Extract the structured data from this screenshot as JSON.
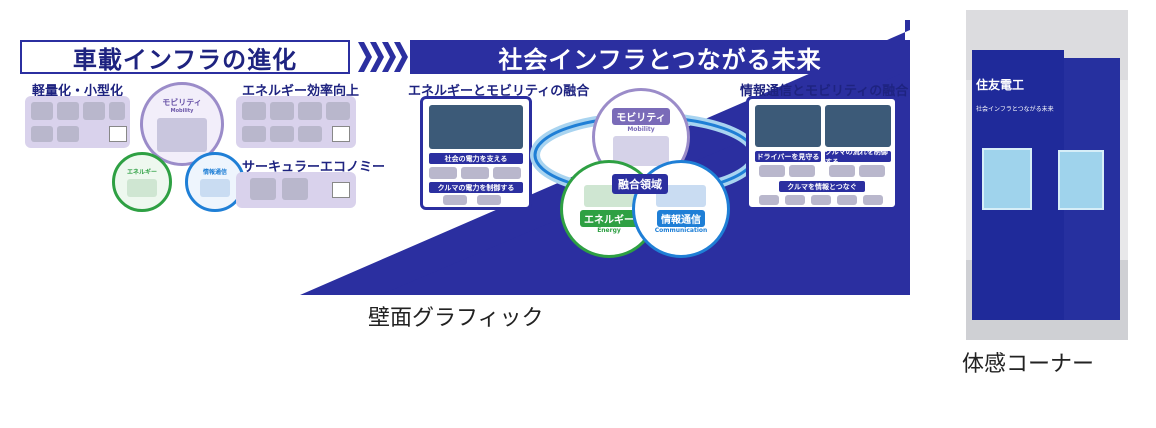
{
  "left_banner": "車載インフラの進化",
  "right_banner": "社会インフラとつながる未来",
  "sections": {
    "lightweight": "軽量化・小型化",
    "energy_eff": "エネルギー効率向上",
    "circular": "サーキュラーエコノミー",
    "energy_mobility": "エネルギーとモビリティの融合",
    "info_mobility": "情報通信とモビリティの融合"
  },
  "left_circles": {
    "mobility": "モビリティ",
    "mobility_en": "Mobility",
    "energy": "エネルギー",
    "comm": "情報通信"
  },
  "venn": {
    "mobility": "モビリティ",
    "mobility_en": "Mobility",
    "center": "融合領域",
    "energy": "エネルギー",
    "energy_en": "Energy",
    "comm": "情報通信",
    "comm_en": "Communication"
  },
  "card_left": {
    "bar1": "社会の電力を支える",
    "bar2": "クルマの電力を制御する"
  },
  "card_right": {
    "bar1": "ドライバーを見守る",
    "bar2": "クルマの流れを制御する",
    "bar3": "クルマを情報とつなぐ"
  },
  "booth": {
    "logo": "住友電工",
    "tagline": "社会インフラとつながる未来"
  },
  "captions": {
    "wall": "壁面グラフィック",
    "experience": "体感コーナー"
  },
  "colors": {
    "navy": "#2b2fa0",
    "purple_panel": "#d9d2ec",
    "green": "#2ea043",
    "blue": "#1f7fd6",
    "mobility_purple": "#9b8cc9"
  }
}
